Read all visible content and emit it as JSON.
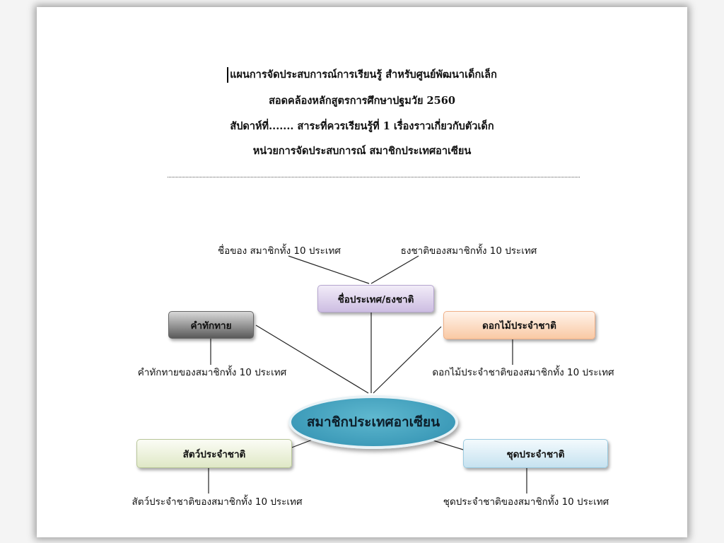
{
  "header": {
    "line1": "แผนการจัดประสบการณ์การเรียนรู้  สำหรับศูนย์พัฒนาเด็กเล็ก",
    "line2": "สอดคล้องหลักสูตรการศึกษาปฐมวัย 2560",
    "line3": "สัปดาห์ที่.......   สาระที่ควรเรียนรู้ที่ 1 เรื่องราวเกี่ยวกับตัวเด็ก",
    "line4": "หน่วยการจัดประสบการณ์  สมาชิกประเทศอาเซียน"
  },
  "mindmap": {
    "center": "สมาชิกประเทศอาเซียน",
    "nodes": {
      "names_flags": {
        "label": "ชื่อประเทศ/ธงชาติ",
        "details": [
          "ชื่อของ สมาชิกทั้ง 10 ประเทศ",
          "ธงชาติของสมาชิกทั้ง 10 ประเทศ"
        ],
        "color": "#d9cdea"
      },
      "greeting": {
        "label": "คำทักทาย",
        "detail": "คำทักทายของสมาชิกทั้ง 10 ประเทศ",
        "color": "#8a8a8a"
      },
      "flower": {
        "label": "ดอกไม้ประจำชาติ",
        "detail": "ดอกไม้ประจำชาติของสมาชิกทั้ง 10 ประเทศ",
        "color": "#fbd6b8"
      },
      "animal": {
        "label": "สัตว์ประจำชาติ",
        "detail": "สัตว์ประจำชาติของสมาชิกทั้ง 10 ประเทศ",
        "color": "#e6edd3"
      },
      "costume": {
        "label": "ชุดประจำชาติ",
        "detail": "ชุดประจำชาติของสมาชิกทั้ง 10 ประเทศ",
        "color": "#d2e8f3"
      }
    }
  }
}
